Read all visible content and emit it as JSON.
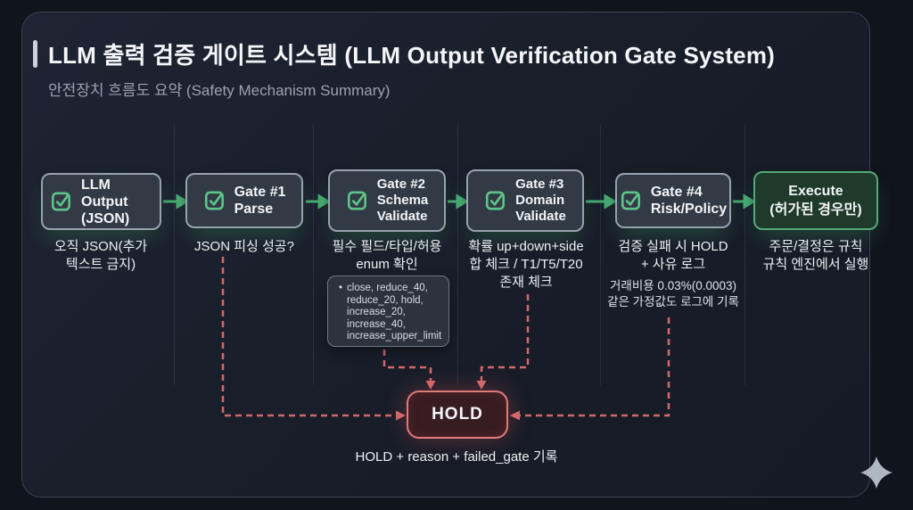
{
  "page": {
    "title": "LLM 출력 검증 게이트 시스템 (LLM Output Verification Gate System)",
    "subtitle": "안전장치 흐름도 요약 (Safety Mechanism Summary)"
  },
  "flow": {
    "boxes": [
      {
        "id": "llm-output",
        "lines": [
          "LLM Output",
          "(JSON)"
        ],
        "note_lines": [
          "오직 JSON(추가",
          "텍스트 금지)"
        ]
      },
      {
        "id": "gate-1",
        "lines": [
          "Gate #1",
          "Parse"
        ],
        "note_lines": [
          "JSON 피싱 성공?"
        ]
      },
      {
        "id": "gate-2",
        "lines": [
          "Gate #2",
          "Schema",
          "Validate"
        ],
        "note_lines": [
          "필수 필드/타입/허용",
          "enum 확인"
        ]
      },
      {
        "id": "gate-3",
        "lines": [
          "Gate #3",
          "Domain",
          "Validate"
        ],
        "note_lines": [
          "확률 up+down+side",
          "합 체크 / T1/T5/T20",
          "존재 체크"
        ]
      },
      {
        "id": "gate-4",
        "lines": [
          "Gate #4",
          "Risk/Policy"
        ],
        "note_lines": [
          "검증 실패 시 HOLD",
          "+ 사유 로그"
        ],
        "subnote_lines": [
          "거래비용 0.03%(0.0003)",
          "같은 가정값도 로그에 기록"
        ]
      },
      {
        "id": "execute",
        "lines": [
          "Execute",
          "(허가된 경우만)"
        ],
        "note_lines": [
          "주문/결정은 규칙",
          "규칙 엔진에서 실행"
        ]
      }
    ],
    "enum_box": {
      "bullet": "•",
      "item_lines": [
        "close, reduce_40,",
        "reduce_20, hold,",
        "increase_20,",
        "increase_40,",
        "increase_upper_limit"
      ]
    },
    "hold": {
      "label": "HOLD"
    },
    "footer": "HOLD + reason + failed_gate 기록"
  },
  "icons": {
    "checkbox": "green-checked-checkbox",
    "sparkle": "four-point-sparkle"
  },
  "colors": {
    "background": "#10141d",
    "panel_background": "#181d29",
    "panel_border": "#3a4250",
    "box_fill": "#323a46",
    "box_border": "#97a1af",
    "accent_green": "#46a871",
    "checkbox_green": "#5ec488",
    "execute_fill": "#1f3a2b",
    "execute_border": "#55a878",
    "hold_fill": "#371c22",
    "hold_border": "#e07b7b",
    "danger_red": "#d06a6a",
    "text_primary": "#f2f4f8",
    "text_secondary": "#99a2b1"
  }
}
